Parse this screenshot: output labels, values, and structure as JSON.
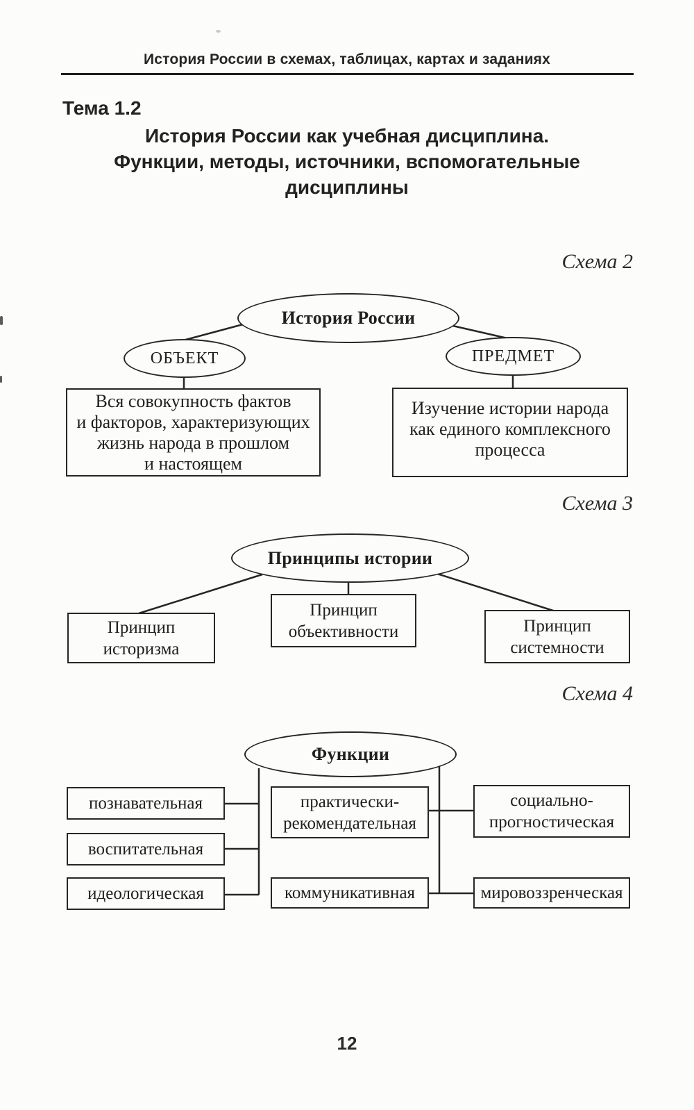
{
  "page": {
    "running_title": "История России в схемах, таблицах, картах и заданиях",
    "page_number": "12"
  },
  "topic": {
    "label": "Тема 1.2",
    "title_line1": "История России как учебная дисциплина.",
    "title_line2": "Функции, методы, источники, вспомогательные",
    "title_line3": "дисциплины"
  },
  "scheme2": {
    "caption": "Схема 2",
    "root_label": "История России",
    "object_label": "ОБЪЕКТ",
    "subject_label": "ПРЕДМЕТ",
    "object_desc_line1": "Вся совокупность фактов",
    "object_desc_line2": "и факторов, характеризующих",
    "object_desc_line3": "жизнь народа в прошлом",
    "object_desc_line4": "и настоящем",
    "subject_desc_line1": "Изучение истории народа",
    "subject_desc_line2": "как единого комплексного",
    "subject_desc_line3": "процесса"
  },
  "scheme3": {
    "caption": "Схема 3",
    "root_label": "Принципы истории",
    "box1_line1": "Принцип",
    "box1_line2": "историзма",
    "box2_line1": "Принцип",
    "box2_line2": "объективности",
    "box3_line1": "Принцип",
    "box3_line2": "системности"
  },
  "scheme4": {
    "caption": "Схема 4",
    "root_label": "Функции",
    "left1": "познавательная",
    "left2": "воспитательная",
    "left3": "идеологическая",
    "center1_line1": "практически-",
    "center1_line2": "рекомендательная",
    "center2": "коммуникативная",
    "right1_line1": "социально-",
    "right1_line2": "прогностическая",
    "right2": "мировоззренческая"
  },
  "colors": {
    "ink": "#1f1f1f",
    "line": "#262626",
    "paper": "#fcfcfb"
  }
}
